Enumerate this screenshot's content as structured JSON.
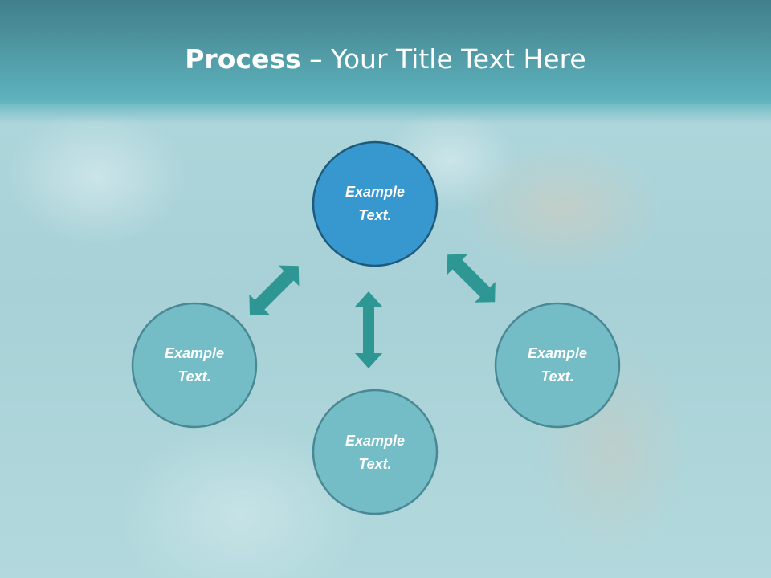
{
  "slide": {
    "title_bold": "Process",
    "title_separator": " – ",
    "title_rest": "Your Title Text Here"
  },
  "nodes": [
    {
      "id": "top",
      "line1": "Example",
      "line2": "Text."
    },
    {
      "id": "left",
      "line1": "Example",
      "line2": "Text."
    },
    {
      "id": "bottom",
      "line1": "Example",
      "line2": "Text."
    },
    {
      "id": "right",
      "line1": "Example",
      "line2": "Text."
    }
  ],
  "colors": {
    "header": "#4f97a2",
    "node_primary": "#3797cf",
    "node_primary_stroke": "#1e5a7c",
    "node_secondary": "#74bdc7",
    "node_secondary_stroke": "#4a8893",
    "arrow": "#2e9793"
  }
}
